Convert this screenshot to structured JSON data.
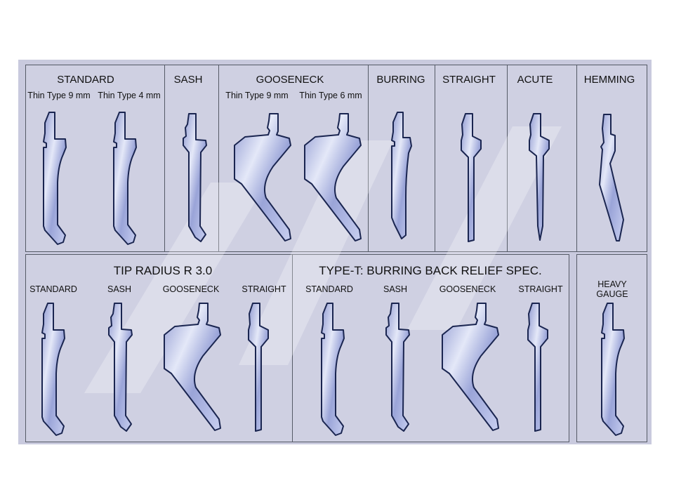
{
  "colors": {
    "board": "#c9cade",
    "panel": "#cfd0e2",
    "tool_outline": "#1a2550",
    "tool_fill_light": "#e4e8f8",
    "tool_fill_dark": "#8e98d0"
  },
  "top_row": {
    "standard": {
      "title": "STANDARD",
      "subs": [
        "Thin Type 9 mm",
        "Thin Type 4 mm"
      ]
    },
    "sash": {
      "title": "SASH"
    },
    "gooseneck": {
      "title": "GOOSENECK",
      "subs": [
        "Thin Type 9 mm",
        "Thin Type 6 mm"
      ]
    },
    "burring": {
      "title": "BURRING"
    },
    "straight": {
      "title": "STRAIGHT"
    },
    "acute": {
      "title": "ACUTE"
    },
    "hemming": {
      "title": "HEMMING"
    }
  },
  "tip_radius": {
    "title": "TIP RADIUS R 3.0",
    "items": [
      "STANDARD",
      "SASH",
      "GOOSENECK",
      "STRAIGHT"
    ]
  },
  "type_t": {
    "title": "TYPE-T: BURRING BACK RELIEF SPEC.",
    "items": [
      "STANDARD",
      "SASH",
      "GOOSENECK",
      "STRAIGHT"
    ]
  },
  "heavy_gauge": {
    "title_line1": "HEAVY",
    "title_line2": "GAUGE"
  }
}
